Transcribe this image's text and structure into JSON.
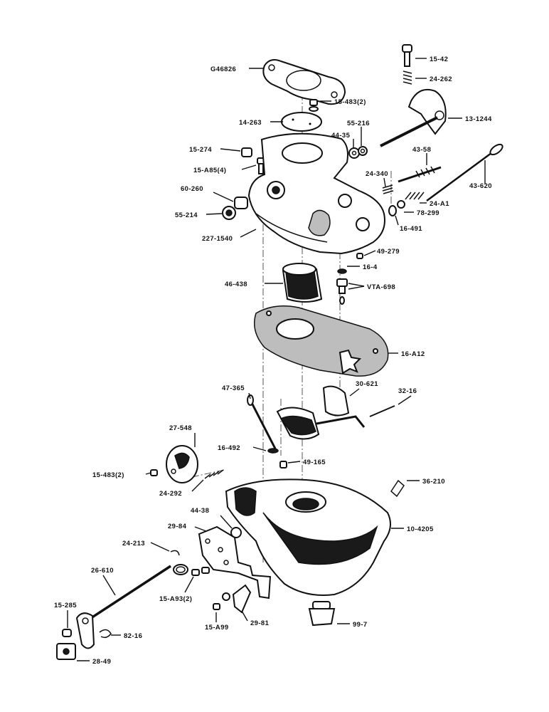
{
  "labels": {
    "G46826": "G46826",
    "15_42": "15-42",
    "24_262": "24-262",
    "15_483_top": "15-483(2)",
    "13_1244": "13-1244",
    "14_263": "14-263",
    "55_216": "55-216",
    "44_35": "44-35",
    "15_274": "15-274",
    "43_58": "43-58",
    "15_A85": "15-A85(4)",
    "24_340": "24-340",
    "43_620": "43-620",
    "60_260": "60-260",
    "24_A1": "24-A1",
    "55_214": "55-214",
    "78_299": "78-299",
    "16_491": "16-491",
    "227_1540": "227-1540",
    "49_279": "49-279",
    "16_4": "16-4",
    "46_438": "46-438",
    "VTA_698": "VTA-698",
    "16_A12": "16-A12",
    "47_365": "47-365",
    "30_621": "30-621",
    "32_16": "32-16",
    "27_548": "27-548",
    "16_492": "16-492",
    "49_165": "49-165",
    "15_483_bottom": "15-483(2)",
    "36_210": "36-210",
    "24_292": "24-292",
    "44_38": "44-38",
    "29_84": "29-84",
    "10_4205": "10-4205",
    "24_213": "24-213",
    "26_610": "26-610",
    "15_A93": "15-A93(2)",
    "15_285": "15-285",
    "15_A99": "15-A99",
    "29_81": "29-81",
    "99_7": "99-7",
    "82_16": "82-16",
    "28_49": "28-49"
  }
}
